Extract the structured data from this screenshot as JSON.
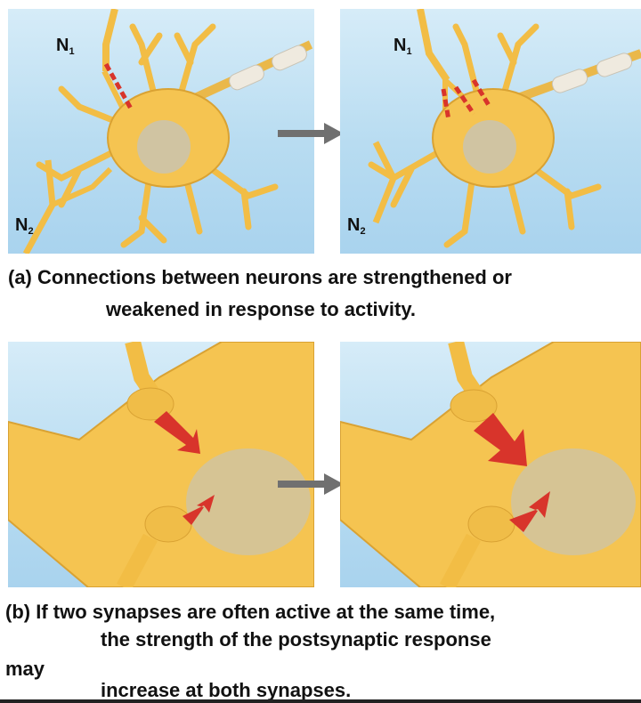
{
  "panel_a": {
    "label_n1": "N",
    "label_n1_sub": "1",
    "label_n2": "N",
    "label_n2_sub": "2",
    "caption_line1": "(a) Connections between neurons are strengthened or",
    "caption_line2": "weakened in response to activity."
  },
  "panel_b": {
    "caption_line1": "(b) If two synapses are often active at the same time,",
    "caption_line2": "the strength of the postsynaptic response",
    "caption_line3": "may",
    "caption_line4": "increase at both synapses."
  },
  "colors": {
    "cell_body": "#f5c451",
    "cell_outline": "#d9a233",
    "nucleus": "#c9c4b0",
    "synapse_red": "#d8342b",
    "transition_arrow": "#707070",
    "background": "#b8dcf1"
  }
}
